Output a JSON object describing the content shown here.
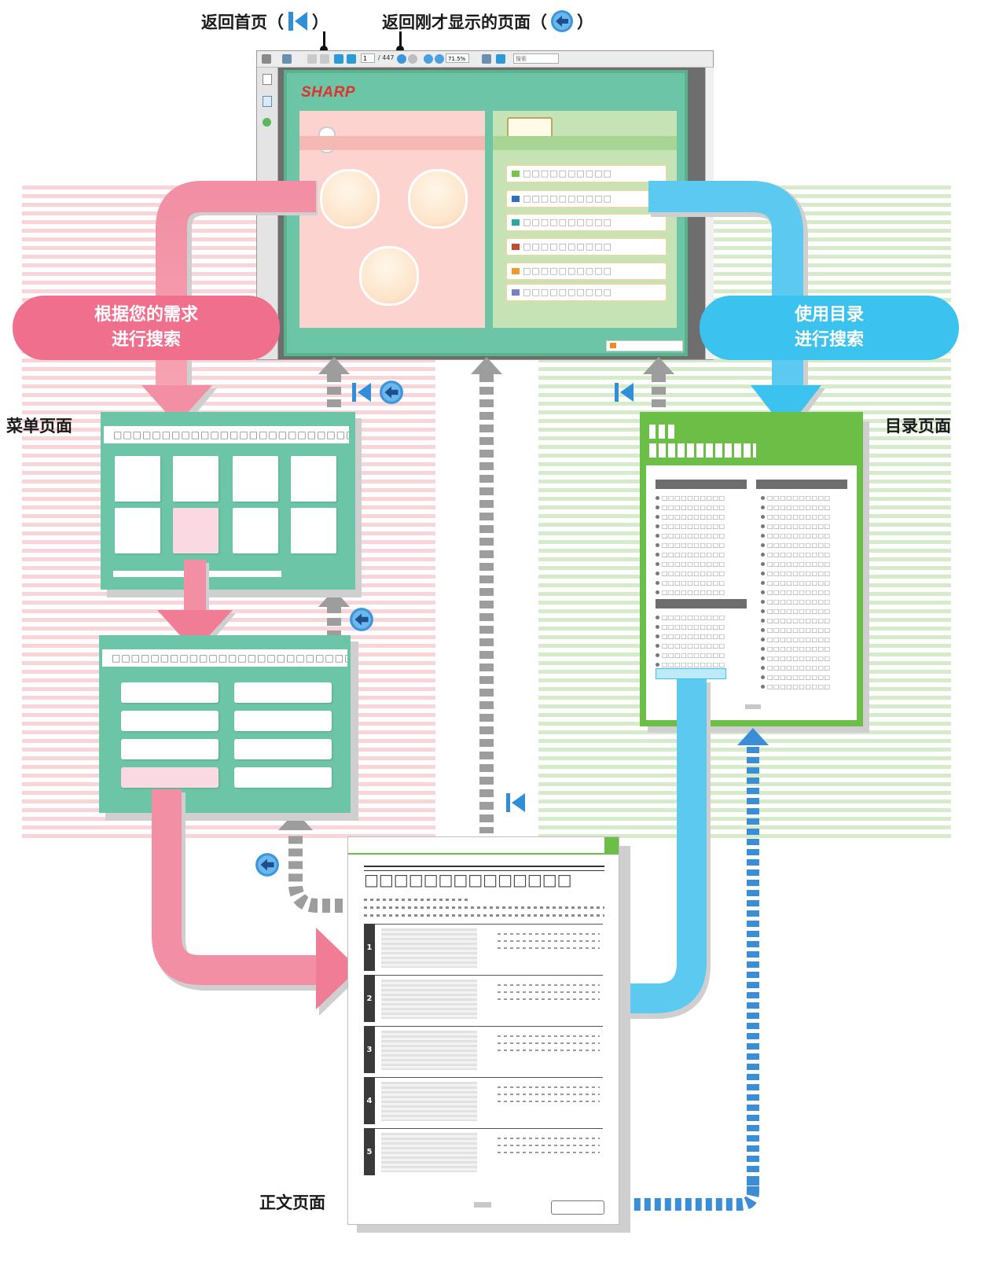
{
  "top_labels": {
    "home": "返回首页（",
    "home_close": "）",
    "back": "返回刚才显示的页面（",
    "back_close": "）"
  },
  "toolbar": {
    "page_value": "1",
    "page_total": "/ 447",
    "zoom": "71.5%",
    "search_placeholder": "搜索"
  },
  "viewer": {
    "brand": "SHARP"
  },
  "pills": {
    "left_line1": "根据您的需求",
    "left_line2": "进行搜索",
    "right_line1": "使用目录",
    "right_line2": "进行搜索"
  },
  "section_labels": {
    "menu_page": "菜单页面",
    "toc_page": "目录页面",
    "body_page": "正文页面"
  },
  "placeholder_text": {
    "menu_title": "□□□□□□□□□□□□□□□□□□□□□□□□□□",
    "toc_link": "□□□□□□□□□□",
    "toc_item": "□□□□□□□□□□",
    "body_title": "□□□□□□□□□□□□□□"
  },
  "body_sections": [
    "1",
    "2",
    "3",
    "4",
    "5"
  ],
  "icons": {
    "home": "go-first-page-icon",
    "back": "go-back-icon"
  },
  "colors": {
    "pink": "#ef6f8d",
    "blue": "#3cc2ee",
    "green_panel": "#6cc5a6",
    "toc_green": "#6bbf46",
    "stripe_pink": "#f9d4d8",
    "stripe_green": "#d5ebc9"
  }
}
